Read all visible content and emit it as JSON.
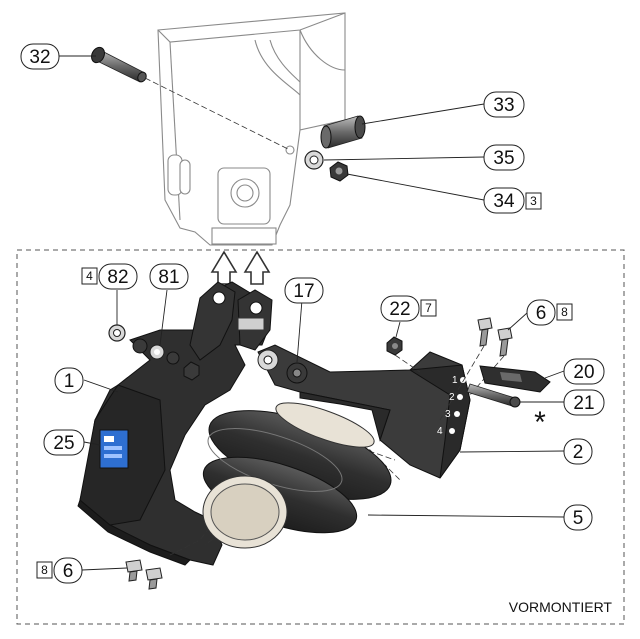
{
  "callouts": {
    "c32": "32",
    "c33": "33",
    "c35": "35",
    "c34": "34",
    "c34_box": "3",
    "c82": "82",
    "c82_box": "4",
    "c81": "81",
    "c17": "17",
    "c22": "22",
    "c22_box": "7",
    "c6_top": "6",
    "c6_top_box": "8",
    "c20": "20",
    "c21": "21",
    "c21_mark": "*",
    "c1": "1",
    "c25": "25",
    "c2": "2",
    "c5": "5",
    "c6_bottom": "6",
    "c6_bottom_box": "8"
  },
  "hole_positions": [
    "1",
    "2",
    "3",
    "4"
  ],
  "note": "VORMONTIERT",
  "colors": {
    "part_dark": "#2b2b2b",
    "part_mid": "#4a4a4a",
    "frame_line": "#8a8a8a",
    "bag": "#3a3a3a",
    "plate": "#e8e2d6",
    "label_blue": "#2e6fd1"
  }
}
